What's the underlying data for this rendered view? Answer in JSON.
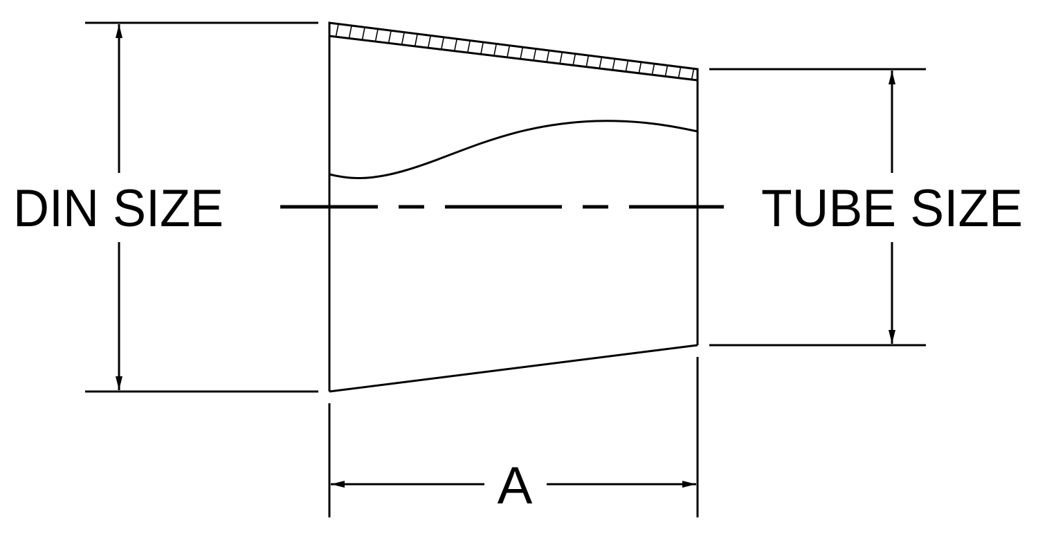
{
  "diagram": {
    "type": "concentric reducer dimension drawing",
    "labels": {
      "left_dimension": "DIN SIZE",
      "right_dimension": "TUBE SIZE",
      "length_dimension": "A"
    },
    "colors": {
      "line": "#000000",
      "background": "#ffffff"
    }
  }
}
